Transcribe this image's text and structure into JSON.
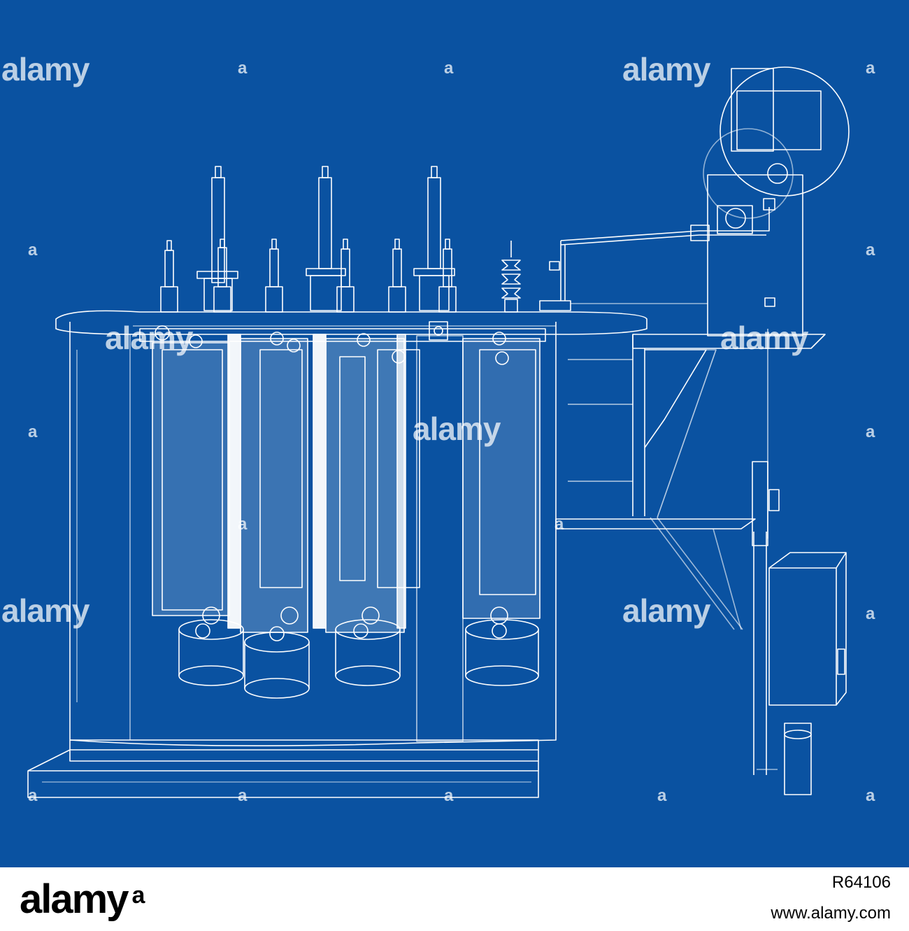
{
  "watermark": {
    "word": "alamy",
    "mark": "a"
  },
  "footer": {
    "logo": "alamy",
    "logo_mark": "a",
    "image_id": "R64106",
    "url": "www.alamy.com"
  },
  "colors": {
    "background": "#0a52a1",
    "line": "#ffffff",
    "footer_bg": "#ffffff",
    "footer_text": "#000000"
  }
}
